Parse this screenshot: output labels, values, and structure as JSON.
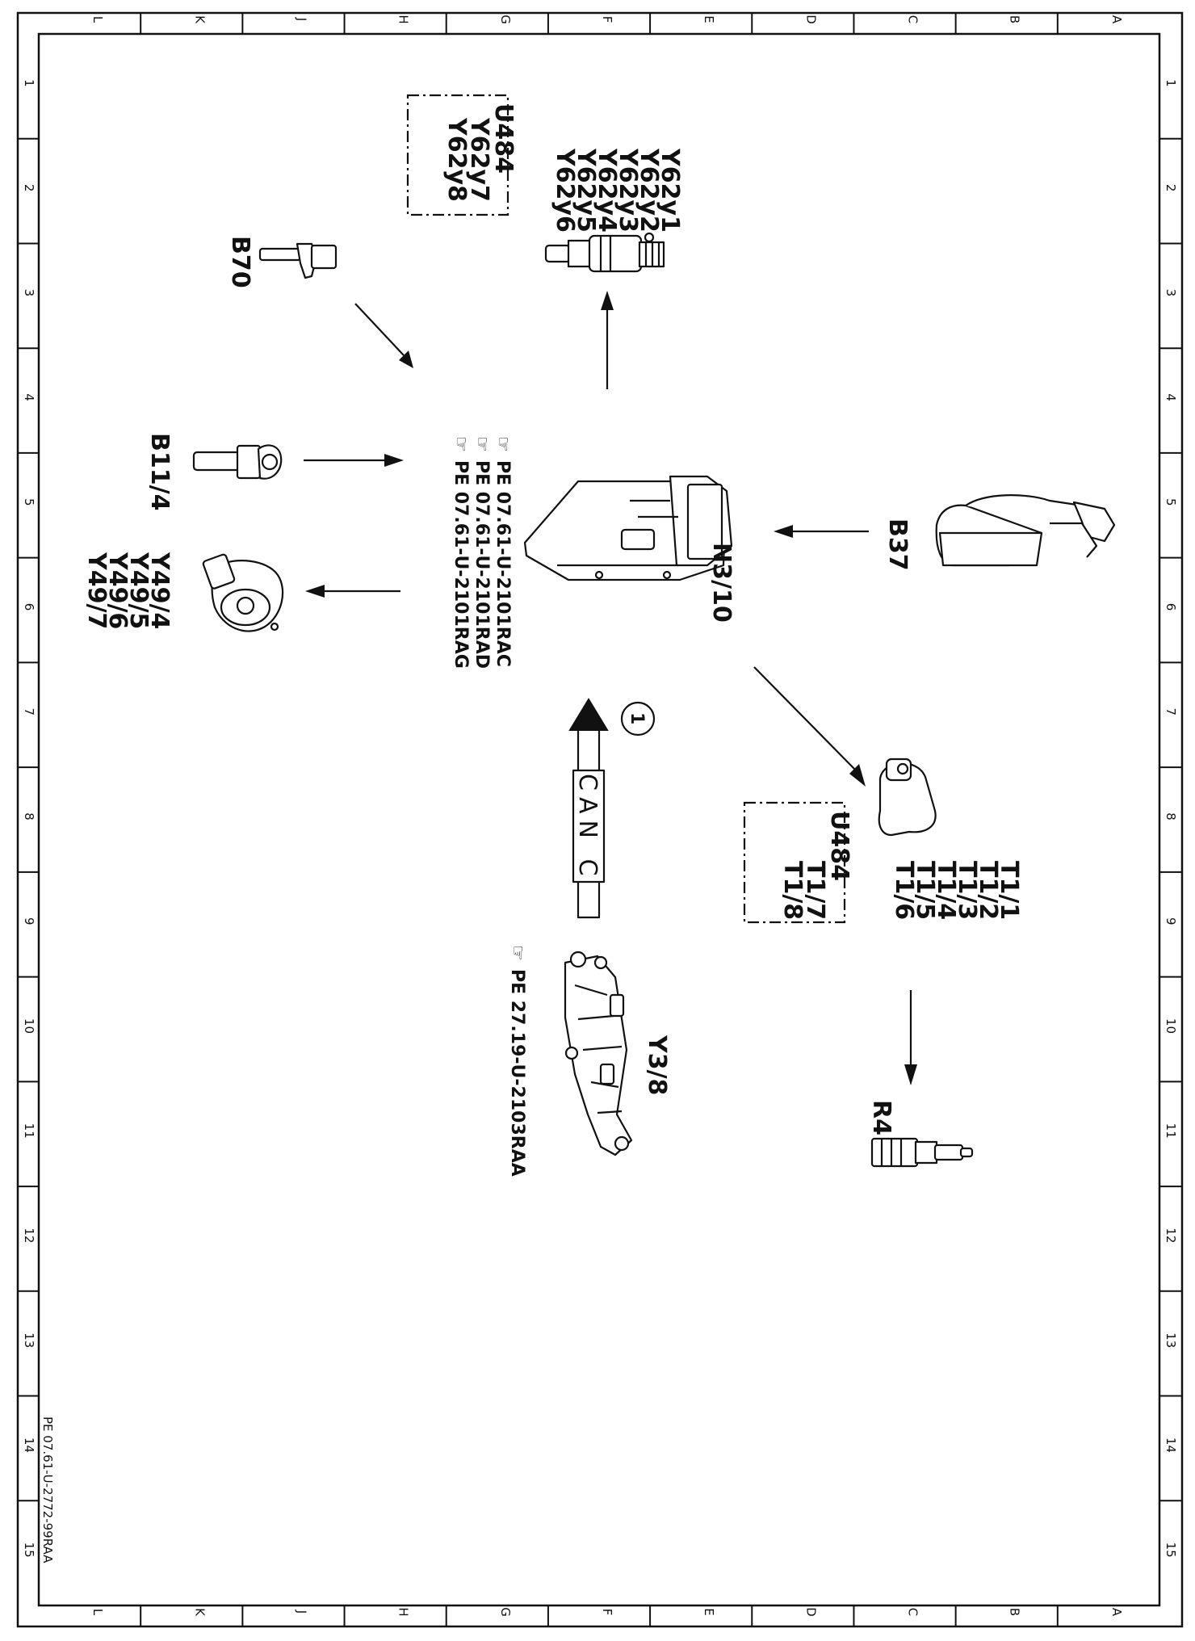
{
  "frame": {
    "top_letters": [
      "L",
      "K",
      "J",
      "H",
      "G",
      "F",
      "E",
      "D",
      "C",
      "B",
      "A"
    ],
    "bottom_letters": [
      "L",
      "K",
      "J",
      "H",
      "G",
      "F",
      "E",
      "D",
      "C",
      "B",
      "A"
    ],
    "row_numbers": [
      "1",
      "2",
      "3",
      "4",
      "5",
      "6",
      "7",
      "8",
      "9",
      "10",
      "11",
      "12",
      "13",
      "14",
      "15"
    ]
  },
  "components": {
    "y62": {
      "lines": [
        "Y62y1",
        "Y62y2",
        "Y62y3",
        "Y62y4",
        "Y62y5",
        "Y62y6"
      ],
      "box_lines": [
        "U484",
        "Y62y7",
        "Y62y8"
      ]
    },
    "b70": {
      "label": "B70"
    },
    "b11_4": {
      "label": "B11/4"
    },
    "y49": {
      "lines": [
        "Y49/4",
        "Y49/5",
        "Y49/6",
        "Y49/7"
      ]
    },
    "n3_10": {
      "label": "N3/10",
      "refs": [
        "PE  07.61-U-2101RAC",
        "PE  07.61-U-2101RAD",
        "PE  07.61-U-2101RAG"
      ]
    },
    "b37": {
      "label": "B37"
    },
    "t1": {
      "lines": [
        "T1/1",
        "T1/2",
        "T1/3",
        "T1/4",
        "T1/5",
        "T1/6"
      ],
      "box_lines": [
        "U484",
        "T1/7",
        "T1/8"
      ]
    },
    "r4": {
      "label": "R4"
    },
    "y3_8": {
      "label": "Y3/8",
      "ref": "PE  27.19-U-2103RAA"
    },
    "can": {
      "label": "CAN C",
      "marker": "1"
    }
  },
  "footer": {
    "drawing_id": "PE 07.61-U-2772-99RAA"
  }
}
